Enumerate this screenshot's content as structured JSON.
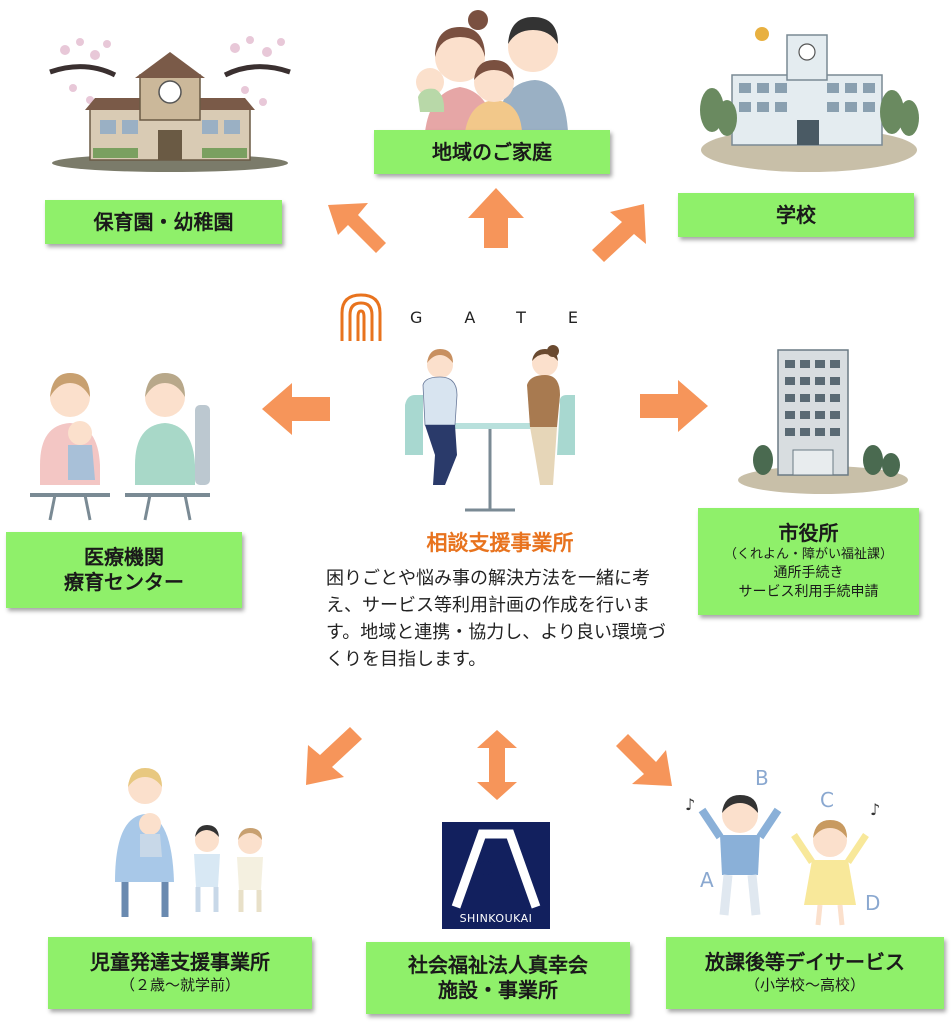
{
  "boxes": {
    "nursery": "保育園・幼稚園",
    "family": "地域のご家庭",
    "school": "学校",
    "medical_line1": "医療機関",
    "medical_line2": "療育センター",
    "cityhall_title": "市役所",
    "cityhall_sub1": "（くれよん・障がい福祉課）",
    "cityhall_sub2": "通所手続き",
    "cityhall_sub3": "サービス利用手続申請",
    "child_dev_title": "児童発達支援事業所",
    "child_dev_sub": "（２歳～就学前）",
    "shinkoukai_line1": "社会福祉法人真幸会",
    "shinkoukai_line2": "施設・事業所",
    "afterschool_title": "放課後等デイサービス",
    "afterschool_sub": "（小学校～高校）"
  },
  "center": {
    "brand": "GATE",
    "title": "相談支援事業所",
    "description": "困りごとや悩み事の解決方法を一緒に考え、サービス等利用計画の作成を行います。地域と連携・協力し、より良い環境づくりを目指します。"
  },
  "logo": {
    "shinkoukai_text": "SHINKOUKAI"
  },
  "colors": {
    "box_fill": "#8ff06a",
    "arrow": "#f6955a",
    "title_orange": "#e8731e",
    "logo_navy": "#12205e"
  }
}
